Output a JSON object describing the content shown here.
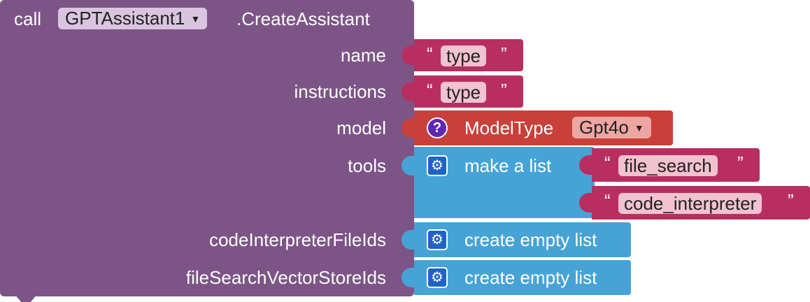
{
  "main_block": {
    "call_label": "call",
    "component": "GPTAssistant1",
    "method": ".CreateAssistant",
    "params": [
      "name",
      "instructions",
      "model",
      "tools",
      "codeInterpreterFileIds",
      "fileSearchVectorStoreIds"
    ]
  },
  "name_arg": {
    "open_quote": "“",
    "value": "type",
    "close_quote": "”"
  },
  "instructions_arg": {
    "open_quote": "“",
    "value": "type",
    "close_quote": "”"
  },
  "model_arg": {
    "help_icon": "?",
    "label": "ModelType",
    "value": "Gpt4o"
  },
  "tools_arg": {
    "label": "make a list",
    "items": [
      {
        "open_quote": "“",
        "value": "file_search",
        "close_quote": "”"
      },
      {
        "open_quote": "“",
        "value": "code_interpreter",
        "close_quote": "”"
      }
    ]
  },
  "code_ids_arg": {
    "label": "create empty list"
  },
  "vector_ids_arg": {
    "label": "create empty list"
  },
  "colors": {
    "procedure": "#7c5586",
    "text": "#b92e61",
    "model": "#c9403a",
    "list": "#46a3d6"
  }
}
